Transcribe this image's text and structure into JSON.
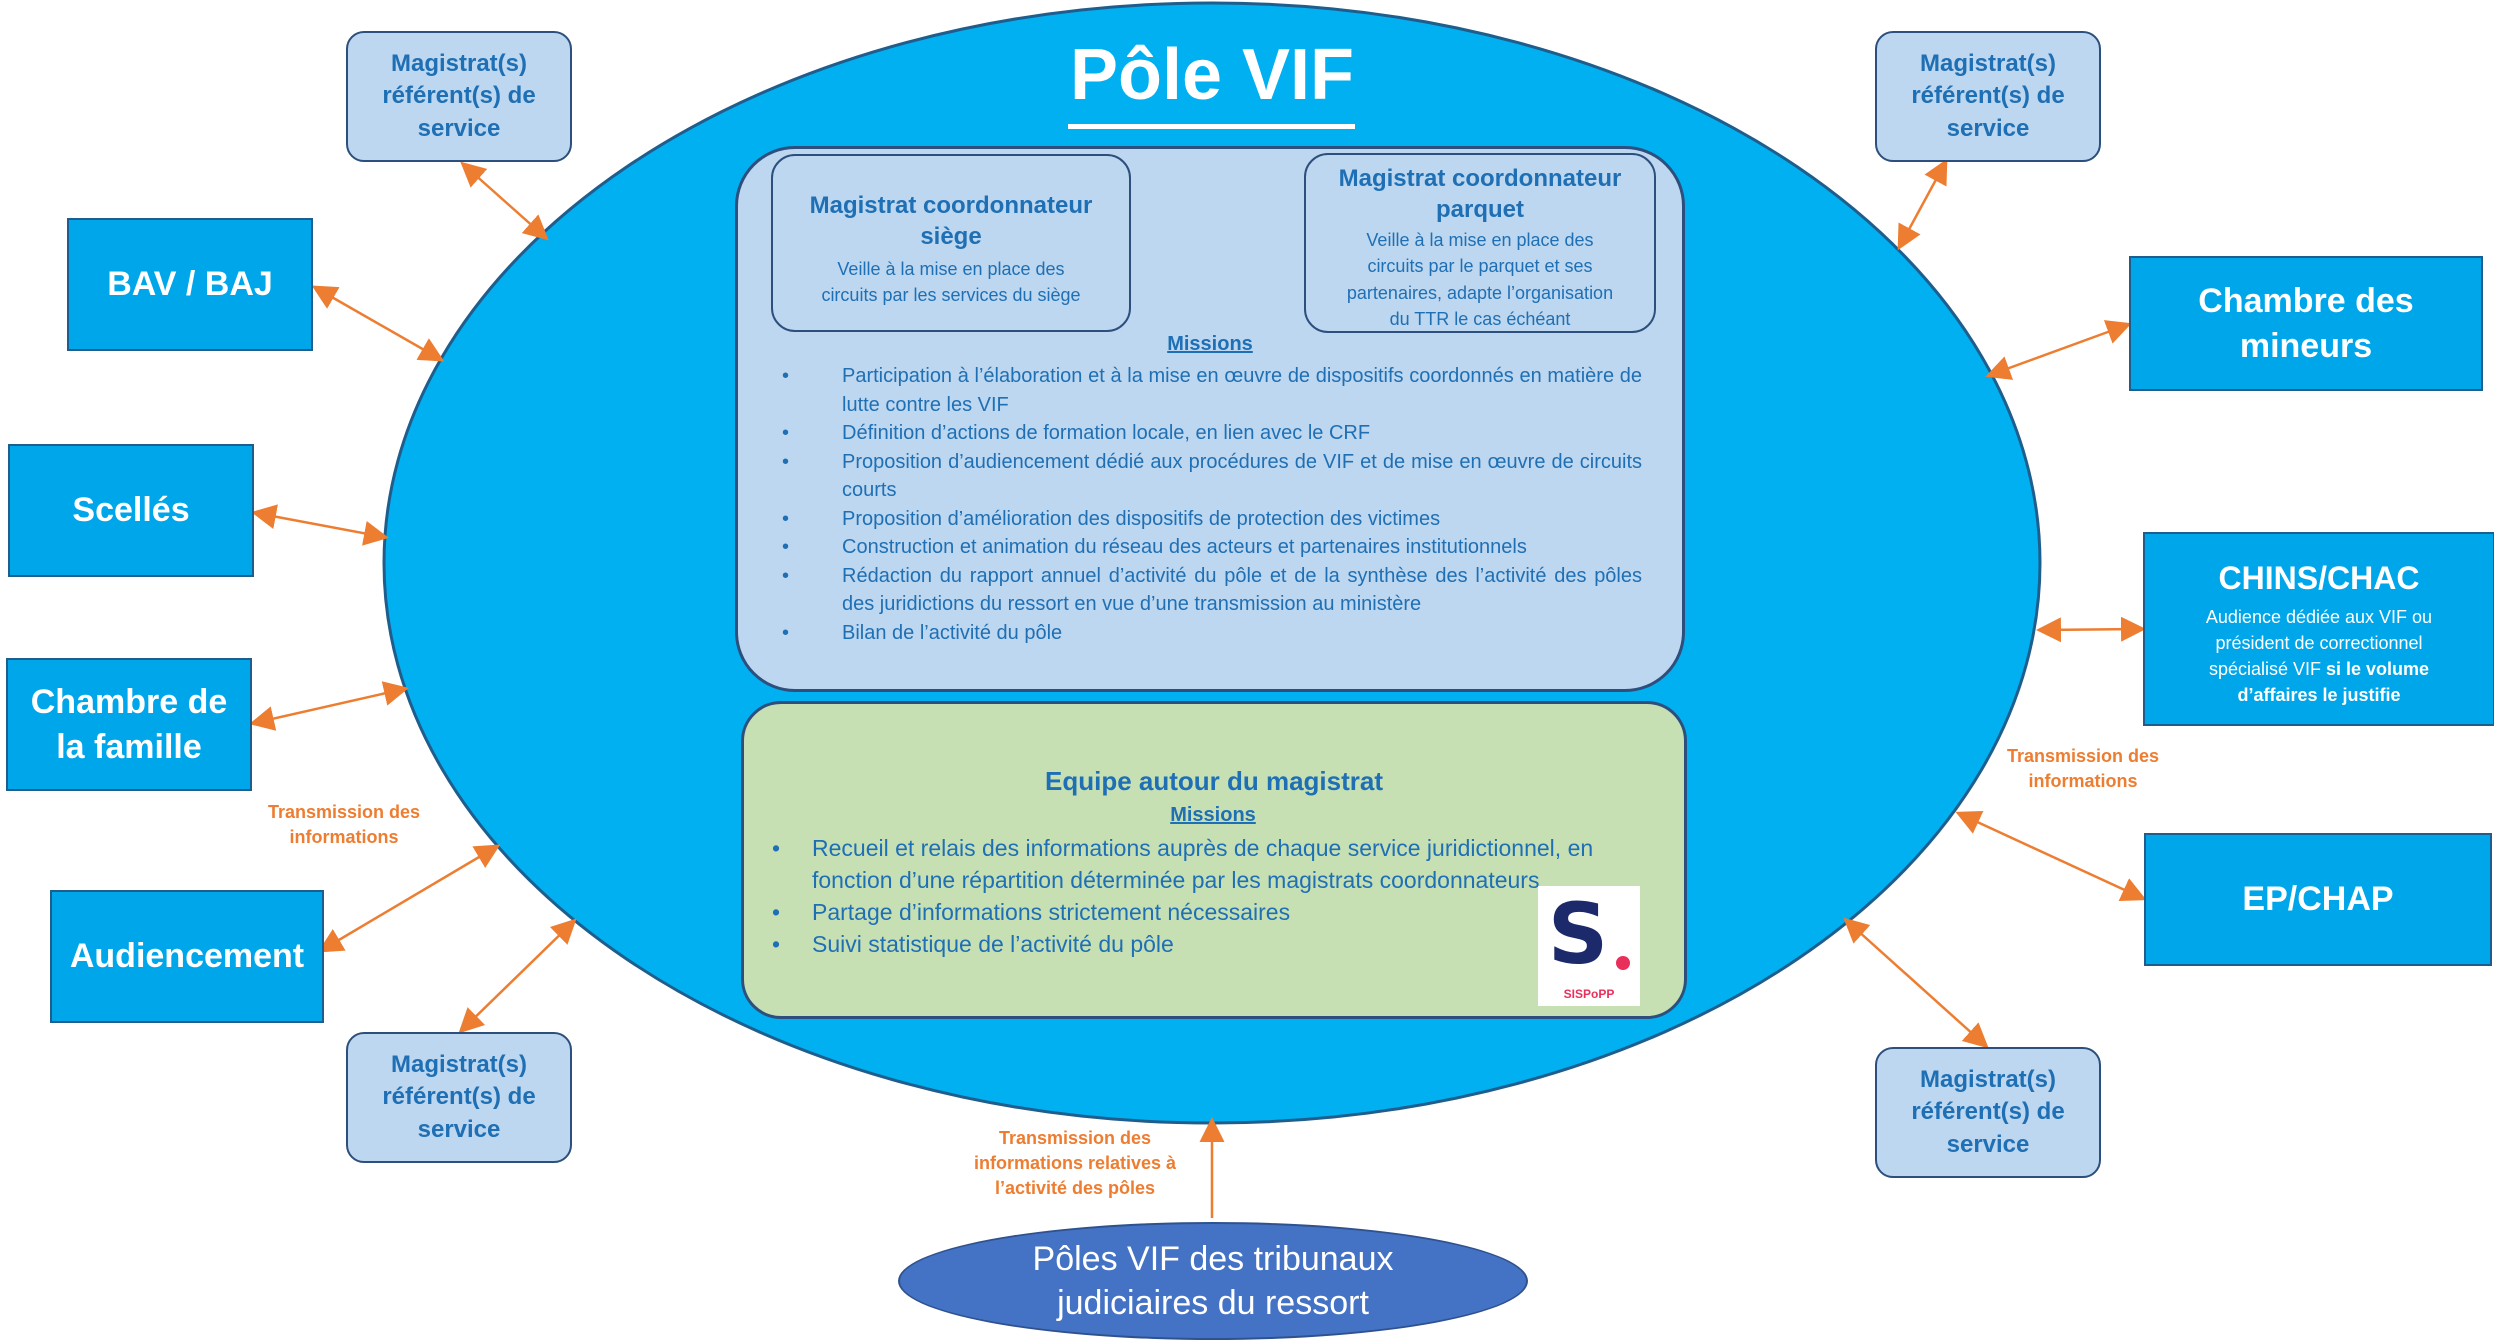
{
  "title": "Pôle VIF",
  "coordinators": {
    "siege": {
      "title": "Magistrat coordonnateur siège",
      "text": "Veille à la mise en place des circuits par les services du siège"
    },
    "parquet": {
      "title": "Magistrat coordonnateur parquet",
      "text": "Veille à la mise en place des circuits par le parquet et ses partenaires, adapte l’organisation du TTR le cas échéant"
    }
  },
  "missions": {
    "label": "Missions",
    "items": [
      "Participation à l’élaboration et à la mise en œuvre de dispositifs coordonnés en matière de lutte contre les VIF",
      "Définition d’actions de formation locale, en lien avec le CRF",
      "Proposition d’audiencement dédié aux procédures de VIF et de mise en œuvre de circuits courts",
      "Proposition d’amélioration des dispositifs de protection des victimes",
      "Construction et animation du réseau des acteurs et partenaires institutionnels",
      "Rédaction du rapport annuel d’activité du pôle et de la synthèse des l’activité des pôles des juridictions du ressort en vue d’une transmission au ministère",
      "Bilan de l’activité du pôle"
    ]
  },
  "team": {
    "title": "Equipe autour du magistrat",
    "missions_label": "Missions",
    "items": [
      "Recueil et relais des informations auprès de chaque service juridictionnel, en fonction d’une répartition déterminée par les magistrats coordonnateurs",
      "Partage d’informations strictement nécessaires",
      "Suivi statistique de l’activité du pôle"
    ]
  },
  "logo": {
    "letter": "S",
    "name": "SISPoPP"
  },
  "referent": {
    "line1": "Magistrat(s)",
    "line2": "référent(s) de",
    "line3": "service"
  },
  "left_boxes": {
    "bav": "BAV / BAJ",
    "scelles": "Scellés",
    "famille": "Chambre de la famille",
    "audiencement": "Audiencement"
  },
  "right_boxes": {
    "mineurs": "Chambre des mineurs",
    "chins_title": "CHINS/CHAC",
    "chins_text": "Audience dédiée aux VIF ou président de correctionnel spécialisé VIF",
    "chins_bold": "si le volume d’affaires le justifie",
    "epchap": "EP/CHAP"
  },
  "notes": {
    "transmission": "Transmission des informations",
    "transmission_bottom": "Transmission des informations relatives à l’activité des pôles"
  },
  "bottom": {
    "line1": "Pôles VIF des tribunaux",
    "line2": "judiciaires du ressort"
  },
  "colors": {
    "ellipse": "#00b0f0",
    "box": "#00a6ea",
    "light_blue": "#bcd7ef",
    "green": "#c6e0b4",
    "text_blue": "#1f6fb5",
    "arrow": "#ed7d31",
    "bottom": "#4472c4"
  }
}
